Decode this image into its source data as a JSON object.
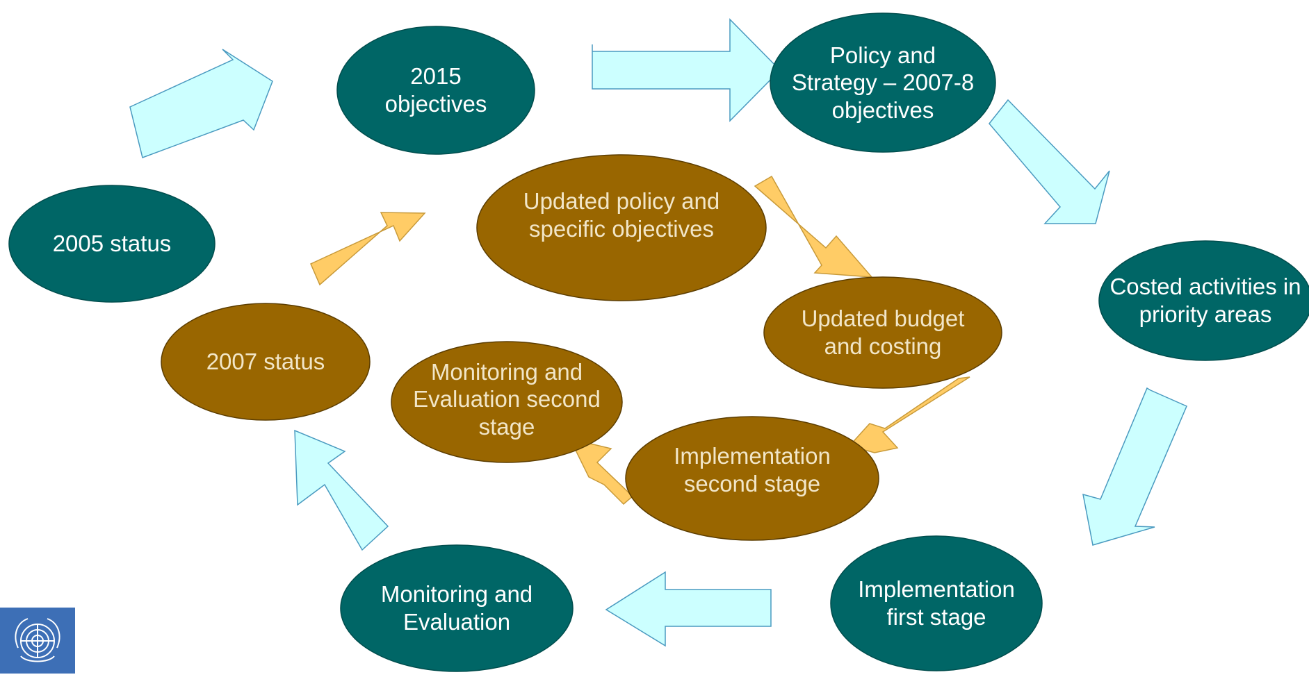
{
  "colors": {
    "teal": "#006666",
    "brown": "#996600",
    "light_cyan_arrow": "#ccffff",
    "gold_arrow": "#ffcc66",
    "logo_blue": "#3d6fb6"
  },
  "nodes": {
    "status_2005": "2005 status",
    "objectives_2015": "2015\nobjectives",
    "policy_strategy": "Policy and\nStrategy – 2007-8\nobjectives",
    "costed_activities": "Costed activities in\npriority areas",
    "implementation_first": "Implementation\nfirst stage",
    "monitoring_evaluation": "Monitoring and\nEvaluation",
    "status_2007": "2007 status",
    "updated_policy": "Updated policy and\nspecific objectives",
    "updated_budget": "Updated budget\nand costing",
    "implementation_second": "Implementation\nsecond stage",
    "monitoring_second": "Monitoring and\nEvaluation second\nstage"
  },
  "logo": {
    "icon": "un-emblem-icon"
  }
}
